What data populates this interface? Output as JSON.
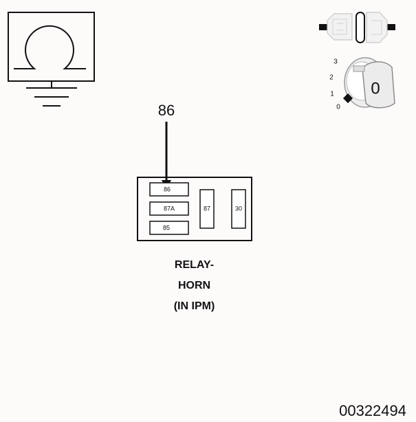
{
  "callout": {
    "pin": "86"
  },
  "relay": {
    "pins_left": [
      "86",
      "87A",
      "85"
    ],
    "pins_right": [
      "87",
      "30"
    ],
    "caption_lines": [
      "RELAY-",
      "HORN",
      "(IN IPM)"
    ]
  },
  "ignition_key": {
    "positions": [
      "3",
      "2",
      "1",
      "0"
    ],
    "key_glyph": "0"
  },
  "document_number": "00322494",
  "colors": {
    "line": "#111111",
    "background": "#fdfafa",
    "connector_fill": "#f2f2f2",
    "key_fill": "#efefef"
  },
  "icons": {
    "ground_symbol": "omega-ground-icon",
    "connector": "connector-icon",
    "ignition": "ignition-key-icon"
  }
}
